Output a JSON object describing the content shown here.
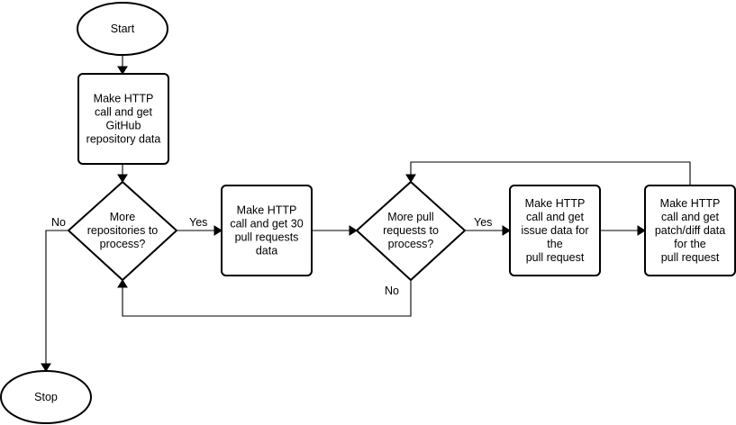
{
  "nodes": {
    "start": {
      "label": "Start"
    },
    "get_repo": {
      "lines": [
        "Make HTTP",
        "call and get",
        "GitHub",
        "repository data"
      ]
    },
    "more_repos": {
      "lines": [
        "More",
        "repositories to",
        "process?"
      ]
    },
    "get_prs": {
      "lines": [
        "Make HTTP",
        "call and get 30",
        "pull requests",
        "data"
      ]
    },
    "more_prs": {
      "lines": [
        "More pull",
        "requests to",
        "process?"
      ]
    },
    "get_issue": {
      "lines": [
        "Make HTTP",
        "call and get",
        "issue data for",
        "the",
        "pull request"
      ]
    },
    "get_patch": {
      "lines": [
        "Make HTTP",
        "call and get",
        "patch/diff data",
        "for the",
        "pull request"
      ]
    },
    "stop": {
      "label": "Stop"
    }
  },
  "edges": {
    "repos_yes": "Yes",
    "repos_no": "No",
    "prs_yes": "Yes",
    "prs_no": "No"
  }
}
